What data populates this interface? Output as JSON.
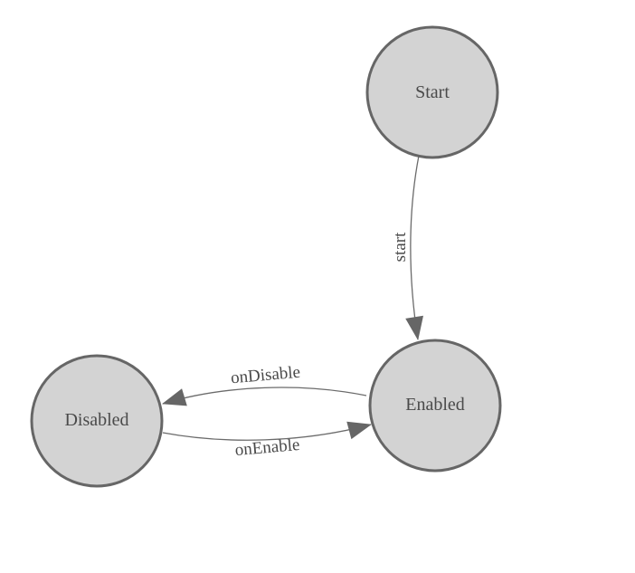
{
  "diagram": {
    "kind": "state-machine",
    "background_color": "#ffffff",
    "node_fill_color": "#d3d3d3",
    "node_border_color": "#666666",
    "edge_color": "#6b6b6b",
    "arrowhead_color": "#666666",
    "label_color": "#4a4a4a",
    "nodes": [
      {
        "label": "Start"
      },
      {
        "label": "Enabled"
      },
      {
        "label": "Disabled"
      }
    ],
    "edges": [
      {
        "from": "Start",
        "to": "Enabled",
        "label": "start"
      },
      {
        "from": "Enabled",
        "to": "Disabled",
        "label": "onDisable"
      },
      {
        "from": "Disabled",
        "to": "Enabled",
        "label": "onEnable"
      }
    ]
  }
}
